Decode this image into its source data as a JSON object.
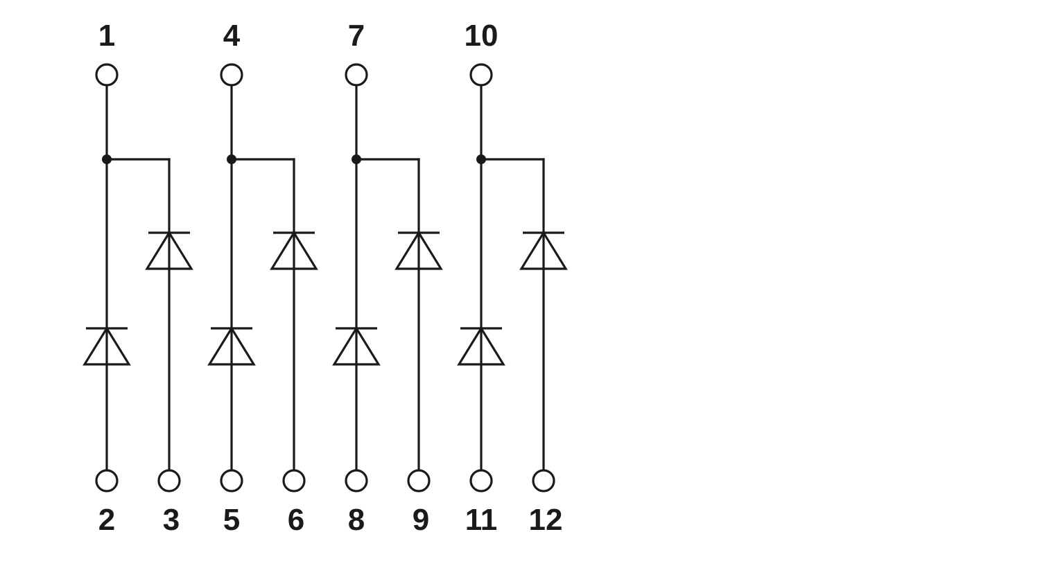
{
  "diagram": {
    "colors": {
      "line": "#1a1a1a",
      "background": "#ffffff"
    },
    "groups": [
      {
        "common_terminal": "1",
        "direct_terminal": "2",
        "branch_terminal": "3"
      },
      {
        "common_terminal": "4",
        "direct_terminal": "5",
        "branch_terminal": "6"
      },
      {
        "common_terminal": "7",
        "direct_terminal": "8",
        "branch_terminal": "9"
      },
      {
        "common_terminal": "10",
        "direct_terminal": "11",
        "branch_terminal": "12"
      }
    ]
  }
}
